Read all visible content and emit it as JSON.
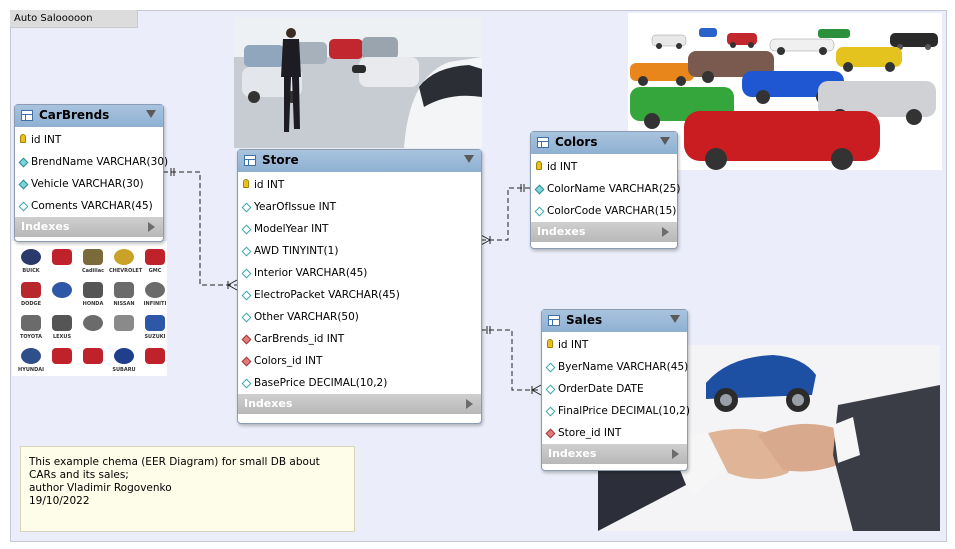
{
  "layer_tab": "Auto Salooooon",
  "colors": {
    "header": "#9bb9d8",
    "footer": "#c4c4c4",
    "canvas": "#ebeefa",
    "note": "#fefde9",
    "pk": "#e8c11e",
    "fk": "#e07c7c",
    "column": "#7fd3da"
  },
  "tables": {
    "carbrends": {
      "name": "CarBrends",
      "footer": "Indexes",
      "columns": [
        {
          "text": "id INT",
          "icon": "primary-key-icon"
        },
        {
          "text": "BrendName VARCHAR(30)",
          "icon": "not-null-column-icon"
        },
        {
          "text": "Vehicle VARCHAR(30)",
          "icon": "not-null-column-icon"
        },
        {
          "text": "Coments VARCHAR(45)",
          "icon": "column-icon"
        }
      ]
    },
    "store": {
      "name": "Store",
      "footer": "Indexes",
      "columns": [
        {
          "text": "id INT",
          "icon": "primary-key-icon"
        },
        {
          "text": "YearOfIssue INT",
          "icon": "column-icon"
        },
        {
          "text": "ModelYear INT",
          "icon": "column-icon"
        },
        {
          "text": "AWD TINYINT(1)",
          "icon": "column-icon"
        },
        {
          "text": "Interior VARCHAR(45)",
          "icon": "column-icon"
        },
        {
          "text": "ElectroPacket VARCHAR(45)",
          "icon": "column-icon"
        },
        {
          "text": "Other VARCHAR(50)",
          "icon": "column-icon"
        },
        {
          "text": "CarBrends_id INT",
          "icon": "foreign-key-icon"
        },
        {
          "text": "Colors_id INT",
          "icon": "foreign-key-icon"
        },
        {
          "text": "BasePrice DECIMAL(10,2)",
          "icon": "column-icon"
        }
      ]
    },
    "colors": {
      "name": "Colors",
      "footer": "Indexes",
      "columns": [
        {
          "text": "id INT",
          "icon": "primary-key-icon"
        },
        {
          "text": "ColorName VARCHAR(25)",
          "icon": "not-null-column-icon"
        },
        {
          "text": "ColorCode VARCHAR(15)",
          "icon": "column-icon"
        }
      ]
    },
    "sales": {
      "name": "Sales",
      "footer": "Indexes",
      "columns": [
        {
          "text": "id INT",
          "icon": "primary-key-icon"
        },
        {
          "text": "ByerName VARCHAR(45)",
          "icon": "column-icon"
        },
        {
          "text": "OrderDate DATE",
          "icon": "column-icon"
        },
        {
          "text": "FinalPrice DECIMAL(10,2)",
          "icon": "column-icon"
        },
        {
          "text": "Store_id INT",
          "icon": "foreign-key-icon"
        }
      ]
    }
  },
  "note": {
    "lines": [
      "This example chema (EER Diagram) for small DB about",
      "CARs and its sales;",
      "author Vladimir Rogovenko",
      "19/10/2022"
    ]
  },
  "logos": [
    {
      "label": "BUICK",
      "color": "#2a3a6a",
      "icon": "buick-logo"
    },
    {
      "label": "",
      "color": "#c0222c",
      "icon": "pontiac-logo"
    },
    {
      "label": "Cadillac",
      "color": "#7b6b3a",
      "icon": "cadillac-logo"
    },
    {
      "label": "CHEVROLET",
      "color": "#c9a227",
      "icon": "chevrolet-logo"
    },
    {
      "label": "GMC",
      "color": "#c0222c",
      "icon": "gmc-logo"
    },
    {
      "label": "DODGE",
      "color": "#b8262e",
      "icon": "dodge-logo"
    },
    {
      "label": "",
      "color": "#2f57a8",
      "icon": "ford-logo"
    },
    {
      "label": "HONDA",
      "color": "#555555",
      "icon": "honda-logo"
    },
    {
      "label": "NISSAN",
      "color": "#6b6b6b",
      "icon": "nissan-logo"
    },
    {
      "label": "INFINITI",
      "color": "#6b6b6b",
      "icon": "infiniti-logo"
    },
    {
      "label": "TOYOTA",
      "color": "#6b6b6b",
      "icon": "toyota-logo"
    },
    {
      "label": "LEXUS",
      "color": "#555555",
      "icon": "lexus-logo"
    },
    {
      "label": "",
      "color": "#6b6b6b",
      "icon": "scion-logo"
    },
    {
      "label": "",
      "color": "#8a8a8a",
      "icon": "mazda-logo"
    },
    {
      "label": "SUZUKI",
      "color": "#2f57a8",
      "icon": "suzuki-logo"
    },
    {
      "label": "HYUNDAI",
      "color": "#2f4f8a",
      "icon": "hyundai-logo"
    },
    {
      "label": "",
      "color": "#c0222c",
      "icon": "mini-logo"
    },
    {
      "label": "",
      "color": "#c0222c",
      "icon": "mitsubishi-logo"
    },
    {
      "label": "SUBARU",
      "color": "#1f3f8a",
      "icon": "subaru-logo"
    },
    {
      "label": "",
      "color": "#c0222c",
      "icon": "kia-logo"
    }
  ]
}
